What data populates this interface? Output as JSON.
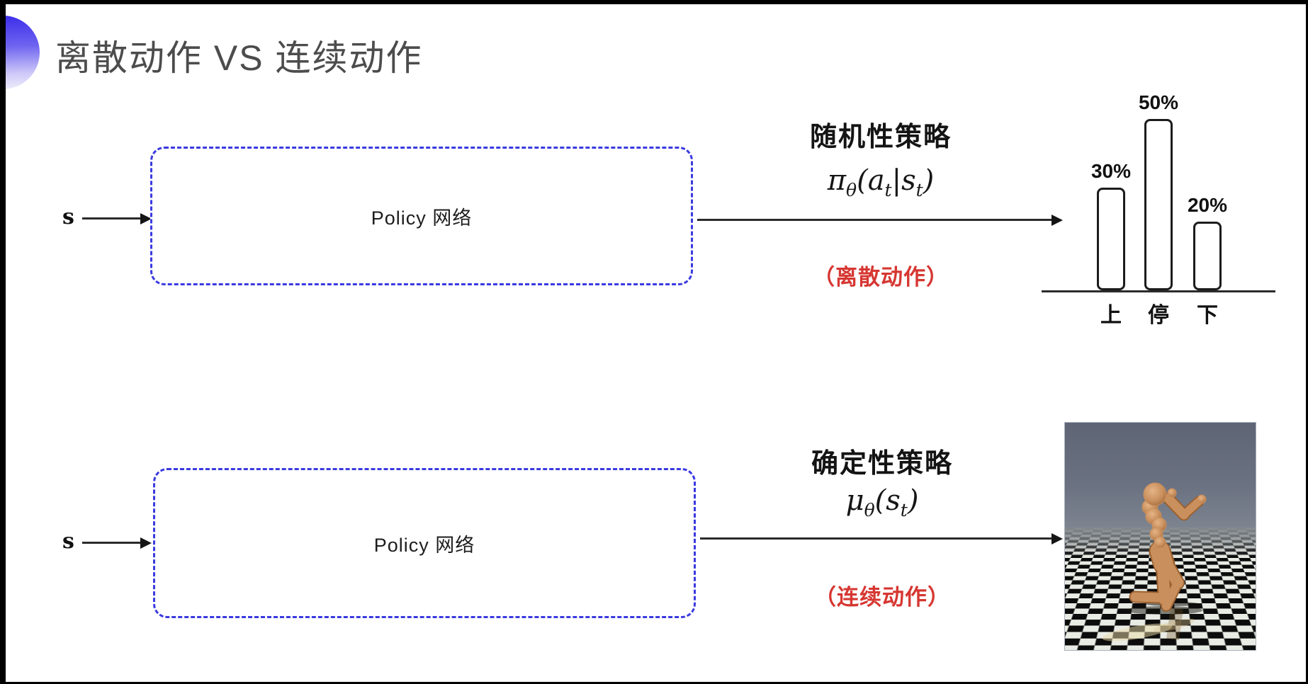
{
  "slide": {
    "title": "离散动作 VS 连续动作",
    "colors": {
      "accent_blue": "#3f31ea",
      "box_dash_blue": "#3a3ae0",
      "note_red": "#d63732",
      "title_gray": "#4c4c4c"
    }
  },
  "top_flow": {
    "input_label": "s",
    "box_label": "Policy 网络",
    "policy_type": "随机性策略",
    "formula": {
      "p1": "π",
      "s1": "θ",
      "p2": "(a",
      "s2": "t",
      "p3": "|s",
      "s3": "t",
      "p4": ")"
    },
    "action_note": "（离散动作）"
  },
  "chart_data": {
    "type": "bar",
    "categories": [
      "上",
      "停",
      "下"
    ],
    "values": [
      30,
      50,
      20
    ],
    "value_labels": [
      "30%",
      "50%",
      "20%"
    ],
    "title": "",
    "xlabel": "",
    "ylabel": "",
    "ylim": [
      0,
      55
    ],
    "style": "outlined white bars with rounded corners on a plain baseline, value labels above bars"
  },
  "bottom_flow": {
    "input_label": "s",
    "box_label": "Policy 网络",
    "policy_type": "确定性策略",
    "formula": {
      "p1": "μ",
      "s1": "θ",
      "p2": "(s",
      "s2": "t",
      "p3": ")"
    },
    "action_note": "（连续动作）"
  }
}
